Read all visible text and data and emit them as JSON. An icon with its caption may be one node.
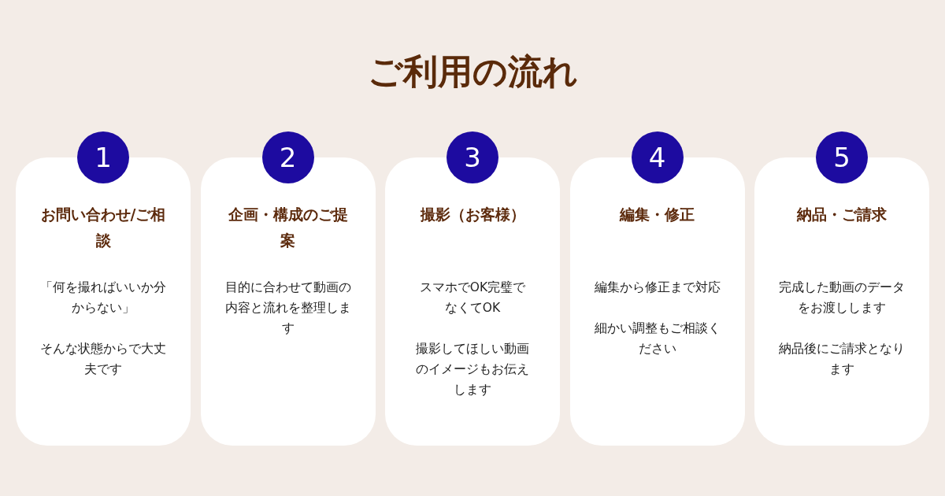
{
  "diagram": {
    "title": "ご利用の流れ",
    "nodes": [
      {
        "text": [
          "1"
        ]
      },
      {
        "text": [
          "お問い合わせ/ご相談",
          "「何を撮ればいいか分からない」",
          "そんな状態からで大丈夫です"
        ]
      },
      {
        "text": [
          "2"
        ]
      },
      {
        "text": [
          "企画・構成のご提案",
          "目的に合わせて動画の内容と流れを整理します"
        ]
      },
      {
        "text": [
          "3"
        ]
      },
      {
        "text": [
          "撮影（お客様）",
          "スマホでOK完璧でなくてOK",
          "撮影してほしい動画のイメージもお伝えします"
        ]
      },
      {
        "text": [
          "4"
        ]
      },
      {
        "text": [
          "編集・修正",
          "編集から修正まで対応",
          "細かい調整もご相談ください"
        ]
      },
      {
        "text": [
          "5"
        ]
      },
      {
        "text": [
          "納品・ご請求",
          "完成した動画のデータをお渡しします",
          "納品後にご請求となります"
        ]
      }
    ],
    "edges": []
  }
}
